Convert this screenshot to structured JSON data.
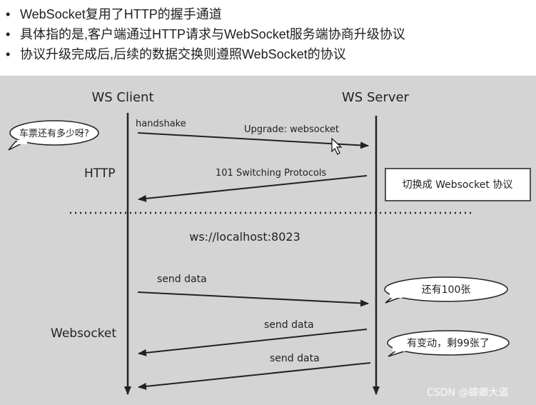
{
  "bullets": [
    "WebSocket复用了HTTP的握手通道",
    "具体指的是,客户端通过HTTP请求与WebSocket服务端协商升级协议",
    "协议升级完成后,后续的数据交换则遵照WebSocket的协议"
  ],
  "diagram": {
    "client_title": "WS Client",
    "server_title": "WS Server",
    "section_http": "HTTP",
    "section_websocket": "Websocket",
    "client_bubble": "车票还有多少呀?",
    "handshake_label": "handshake",
    "upgrade_label": "Upgrade: websocket",
    "switching_label": "101 Switching Protocols",
    "switch_box": "切换成 Websocket 协议",
    "url": "ws://localhost:8023",
    "send_data_1": "send data",
    "send_data_2": "send data",
    "send_data_3": "send data",
    "server_bubble_1": "还有100张",
    "server_bubble_2": "有变动，剩99张了",
    "watermark": "CSDN @蟑螂大道"
  },
  "colors": {
    "background": "#d4d4d4",
    "line": "#222222",
    "bubble_fill": "#ffffff"
  }
}
